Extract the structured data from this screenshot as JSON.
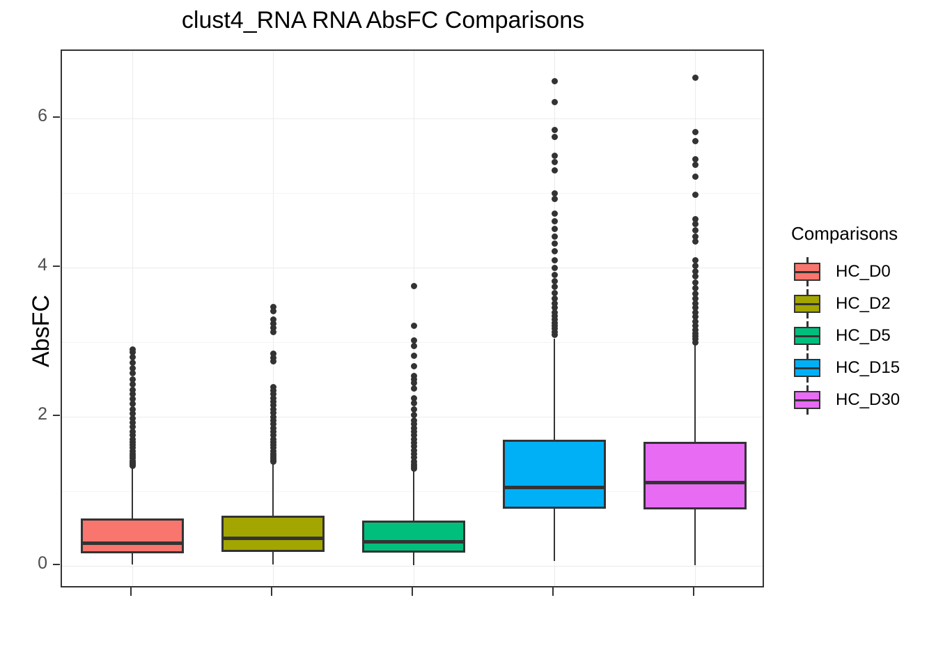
{
  "chart_data": {
    "type": "box",
    "title": "clust4_RNA RNA AbsFC Comparisons",
    "xlabel": "",
    "ylabel": "AbsFC",
    "ylim": [
      -0.38,
      6.85
    ],
    "yticks": [
      0,
      2,
      4,
      6
    ],
    "ytick_labels": [
      "0",
      "2",
      "4",
      "6"
    ],
    "minor_gridlines": [
      1,
      3,
      5
    ],
    "grid": true,
    "legend_title": "Comparisons",
    "legend_position": "right",
    "categories": [
      "HC_D0",
      "HC_D2",
      "HC_D5",
      "HC_D15",
      "HC_D30"
    ],
    "colors": [
      "#F8766D",
      "#A3A500",
      "#00BF7D",
      "#00B0F6",
      "#E76BF3"
    ],
    "box_line_color": "#333333",
    "panel_background": "#FFFFFF",
    "boxes": [
      {
        "name": "HC_D0",
        "color": "#F8766D",
        "lower_whisker": 0.02,
        "q1": 0.17,
        "median": 0.3,
        "q3": 0.64,
        "upper_whisker": 1.33,
        "outliers": [
          2.9,
          2.86,
          2.8,
          2.72,
          2.65,
          2.58,
          2.5,
          2.43,
          2.36,
          2.3,
          2.24,
          2.17,
          2.1,
          2.04,
          1.98,
          1.92,
          1.86,
          1.8,
          1.75,
          1.7,
          1.66,
          1.62,
          1.58,
          1.54,
          1.5,
          1.47,
          1.44,
          1.41,
          1.39,
          1.37,
          1.35,
          1.34
        ]
      },
      {
        "name": "HC_D2",
        "color": "#A3A500",
        "lower_whisker": 0.02,
        "q1": 0.19,
        "median": 0.37,
        "q3": 0.67,
        "upper_whisker": 1.39,
        "outliers": [
          3.47,
          3.42,
          3.3,
          3.25,
          3.19,
          3.14,
          2.85,
          2.79,
          2.74,
          2.4,
          2.35,
          2.3,
          2.25,
          2.2,
          2.15,
          2.1,
          2.05,
          2.0,
          1.95,
          1.9,
          1.85,
          1.8,
          1.75,
          1.7,
          1.66,
          1.62,
          1.58,
          1.54,
          1.5,
          1.47,
          1.44,
          1.42,
          1.4
        ]
      },
      {
        "name": "HC_D5",
        "color": "#00BF7D",
        "lower_whisker": 0.01,
        "q1": 0.18,
        "median": 0.32,
        "q3": 0.61,
        "upper_whisker": 1.27,
        "outliers": [
          3.75,
          3.22,
          3.02,
          2.95,
          2.82,
          2.68,
          2.55,
          2.5,
          2.45,
          2.38,
          2.25,
          2.18,
          2.1,
          2.02,
          1.95,
          1.9,
          1.85,
          1.8,
          1.75,
          1.7,
          1.65,
          1.6,
          1.55,
          1.5,
          1.45,
          1.4,
          1.36,
          1.33,
          1.3
        ]
      },
      {
        "name": "HC_D15",
        "color": "#00B0F6",
        "lower_whisker": 0.07,
        "q1": 0.77,
        "median": 1.05,
        "q3": 1.69,
        "upper_whisker": 3.05,
        "outliers": [
          6.5,
          6.22,
          5.85,
          5.75,
          5.5,
          5.42,
          5.3,
          5.0,
          4.92,
          4.72,
          4.62,
          4.52,
          4.42,
          4.32,
          4.22,
          4.1,
          4.0,
          3.9,
          3.82,
          3.74,
          3.66,
          3.58,
          3.52,
          3.46,
          3.4,
          3.35,
          3.3,
          3.26,
          3.22,
          3.18,
          3.14,
          3.1
        ]
      },
      {
        "name": "HC_D30",
        "color": "#E76BF3",
        "lower_whisker": 0.01,
        "q1": 0.76,
        "median": 1.12,
        "q3": 1.66,
        "upper_whisker": 3.0,
        "outliers": [
          6.55,
          5.82,
          5.7,
          5.45,
          5.38,
          5.22,
          4.98,
          4.65,
          4.58,
          4.5,
          4.42,
          4.35,
          4.1,
          4.02,
          3.95,
          3.88,
          3.8,
          3.72,
          3.65,
          3.58,
          3.52,
          3.46,
          3.4,
          3.34,
          3.28,
          3.22,
          3.16,
          3.12,
          3.08,
          3.04,
          3.0
        ]
      }
    ]
  }
}
